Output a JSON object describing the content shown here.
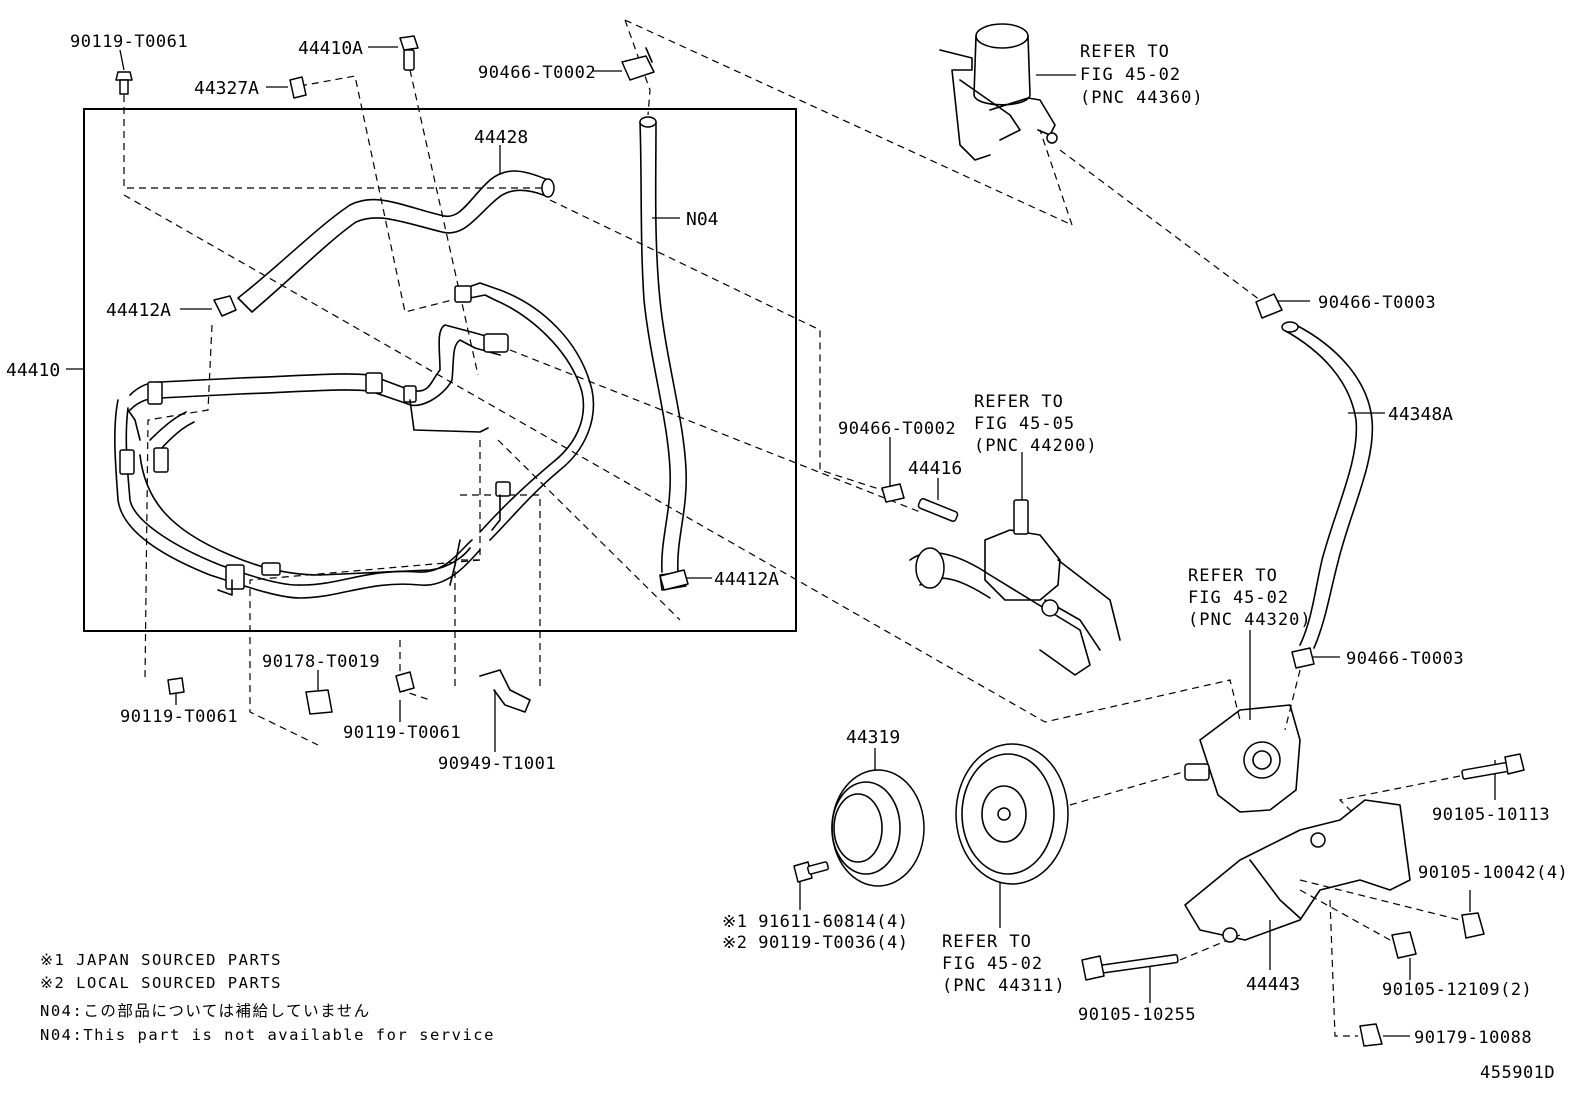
{
  "parts": {
    "p90119_t0061_top": "90119-T0061",
    "p44410a": "44410A",
    "p44327a": "44327A",
    "p90466_t0002_top": "90466-T0002",
    "p44428": "44428",
    "pn04": "N04",
    "p44412a_left": "44412A",
    "p44410": "44410",
    "p44412a_right": "44412A",
    "p90119_t0061_low_left": "90119-T0061",
    "p90178_t0019": "90178-T0019",
    "p90119_t0061_low_mid": "90119-T0061",
    "p90949_t1001": "90949-T1001",
    "p90466_t0002_mid": "90466-T0002",
    "p44416": "44416",
    "p90466_t0003_upper": "90466-T0003",
    "p44348a": "44348A",
    "p90466_t0003_lower": "90466-T0003",
    "p44319": "44319",
    "p91611_60814": "※1 91611-60814(4)",
    "p90119_t0036": "※2 90119-T0036(4)",
    "p90105_10113": "90105-10113",
    "p90105_10042": "90105-10042(4)",
    "p90105_12109": "90105-12109(2)",
    "p90105_10255": "90105-10255",
    "p44443": "44443",
    "p90179_10088": "90179-10088"
  },
  "refs": {
    "reservoir": [
      "REFER TO",
      "FIG 45-02",
      "(PNC 44360)"
    ],
    "gear": [
      "REFER TO",
      "FIG 45-05",
      "(PNC 44200)"
    ],
    "pump": [
      "REFER TO",
      "FIG 45-02",
      "(PNC 44320)"
    ],
    "pulley": [
      "REFER TO",
      "FIG 45-02",
      "(PNC 44311)"
    ]
  },
  "notes": {
    "japan": "※1 JAPAN SOURCED PARTS",
    "local": "※2 LOCAL SOURCED PARTS",
    "n04_jp": "N04:この部品については補給していません",
    "n04_en": "N04:This part is not available for service"
  },
  "diagram_id": "455901D"
}
